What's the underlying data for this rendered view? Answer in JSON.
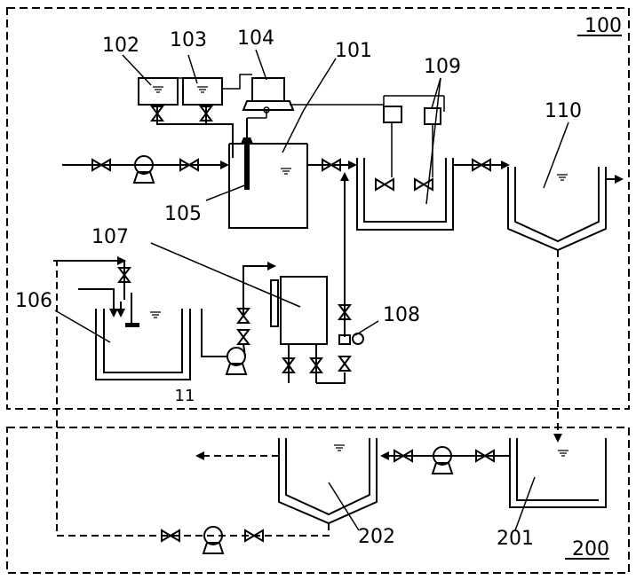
{
  "system": {
    "label": "100"
  },
  "subsystem": {
    "label": "200"
  },
  "components": {
    "reactor_tank": "101",
    "dosing_tank_a": "102",
    "dosing_tank_b": "103",
    "controller": "104",
    "probe": "105",
    "storage_tank": "106",
    "filter_unit": "107",
    "flow_meter": "108",
    "mixers": "109",
    "settling_tank": "110",
    "storage_base": "11",
    "receiving_tank": "201",
    "sludge_tank": "202"
  }
}
